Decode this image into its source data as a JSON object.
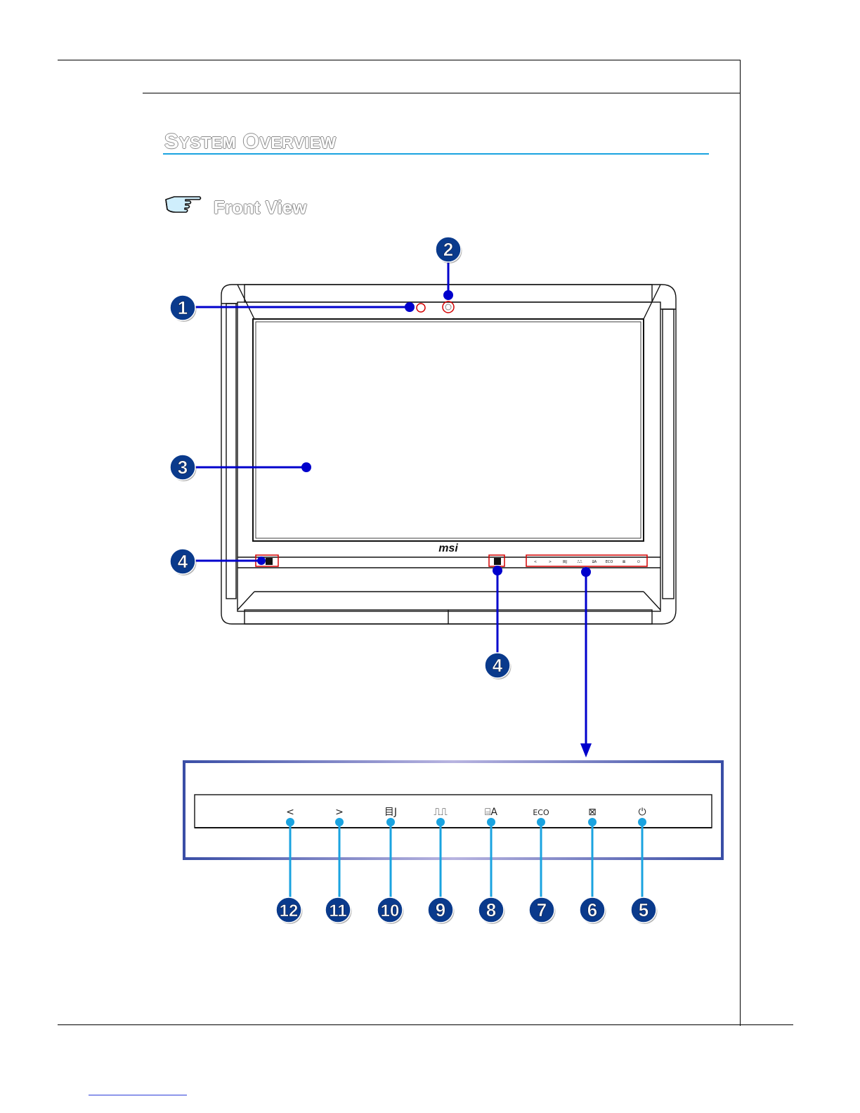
{
  "page": {
    "section_title": {
      "first_initial": "S",
      "first_rest": "YSTEM",
      "second_initial": "O",
      "second_rest": "VERVIEW"
    },
    "subsection_title": "Front View",
    "hand_icon": "pointing-hand-icon",
    "logo_text": "msi"
  },
  "callouts": {
    "c1": "1",
    "c2": "2",
    "c3": "3",
    "c4a": "4",
    "c4b": "4",
    "c5": "5",
    "c6": "6",
    "c7": "7",
    "c8": "8",
    "c9": "9",
    "c10": "10",
    "c11": "11",
    "c12": "12"
  },
  "panel_buttons": [
    {
      "icon": "left-arrow-icon",
      "glyph": "<"
    },
    {
      "icon": "right-arrow-icon",
      "glyph": ">"
    },
    {
      "icon": "menu-icon",
      "glyph": "目J"
    },
    {
      "icon": "display-switch-icon",
      "glyph": "⎍⎍"
    },
    {
      "icon": "brightness-icon",
      "glyph": "⌸A"
    },
    {
      "icon": "eco-icon",
      "glyph": "ECO"
    },
    {
      "icon": "display-off-icon",
      "glyph": "⊠"
    },
    {
      "icon": "power-icon",
      "glyph": "⏻"
    }
  ],
  "colors": {
    "callout_fill": "#0a3a8c",
    "leader_line": "#0000cc",
    "panel_leader": "#1aa3e0",
    "highlight": "#d40000",
    "panel_border": "#4a5aa8",
    "section_underline": "#1aa3e0"
  }
}
